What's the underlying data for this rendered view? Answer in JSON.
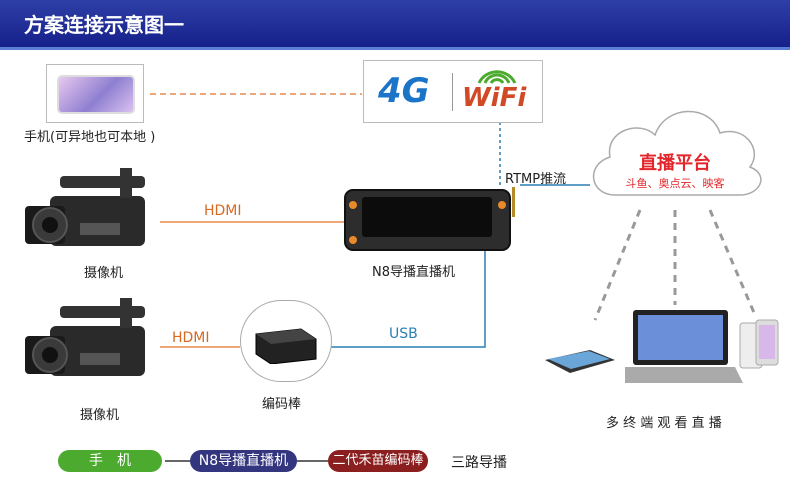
{
  "header": {
    "title": "方案连接示意图一"
  },
  "nodes": {
    "phone_label": "手机(可异地也可本地 )",
    "camera1_label": "摄像机",
    "camera2_label": "摄像机",
    "device_label": "N8导播直播机",
    "encoder_label": "编码棒",
    "viewer_label": "多 终 端 观 看 直 播",
    "network_4g": "4G",
    "network_wifi": "WiFi"
  },
  "links": {
    "hdmi_top": "HDMI",
    "hdmi_bottom": "HDMI",
    "usb": "USB",
    "rtmp": "RTMP推流"
  },
  "cloud": {
    "title": "直播平台",
    "subtitle": "斗鱼、奥点云、映客"
  },
  "legend": {
    "items": [
      {
        "label": "手　机",
        "color": "#4caa2e"
      },
      {
        "label": "N8导播直播机",
        "color": "#33357f"
      },
      {
        "label": "二代禾苗编码棒",
        "color": "#8b1f1f"
      }
    ],
    "result": "三路导播"
  },
  "colors": {
    "header": "#16208a",
    "hdmi_line": "#e88a4c",
    "usb_line": "#2a7fb3",
    "dashed": "#999999",
    "accent_red": "#e3262b"
  }
}
